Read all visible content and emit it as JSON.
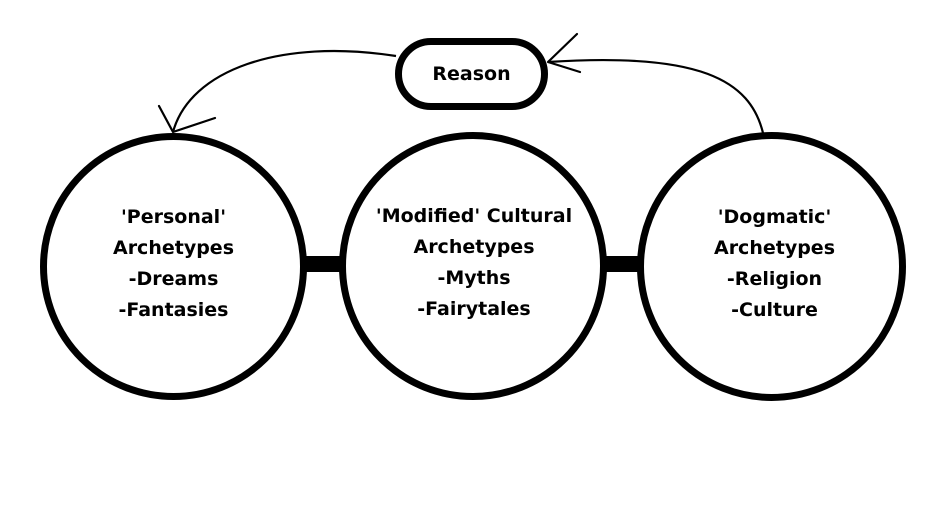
{
  "reason": {
    "label": "Reason"
  },
  "nodes": [
    {
      "id": "personal",
      "lines": [
        "'Personal'",
        "Archetypes",
        "-Dreams",
        "-Fantasies"
      ]
    },
    {
      "id": "cultural",
      "lines": [
        "'Modified' Cultural",
        "Archetypes",
        "-Myths",
        "-Fairytales"
      ]
    },
    {
      "id": "dogmatic",
      "lines": [
        "'Dogmatic'",
        "Archetypes",
        "-Religion",
        "-Culture"
      ]
    }
  ],
  "colors": {
    "stroke": "#000000",
    "background": "#ffffff"
  }
}
